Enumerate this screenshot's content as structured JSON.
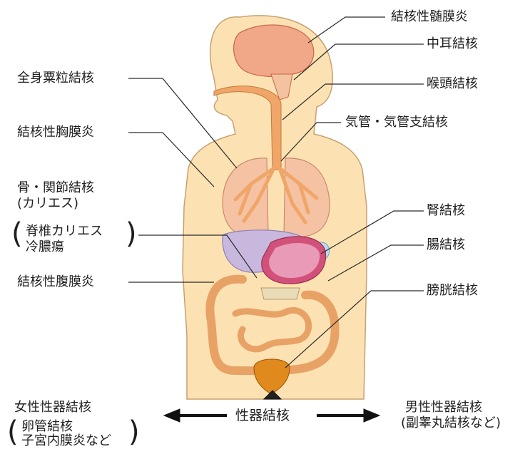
{
  "labels": {
    "tb_meningitis": "結核性髄膜炎",
    "middle_ear_tb": "中耳結核",
    "laryngeal_tb": "喉頭結核",
    "tracheal_tb": "気管・気管支結核",
    "miliary_tb": "全身粟粒結核",
    "tb_pleurisy": "結核性胸膜炎",
    "bone_joint_tb": "骨・関節結核",
    "caries": "(カリエス)",
    "spinal_caries": "脊椎カリエス",
    "cold_abscess": "冷膿瘍",
    "tb_peritonitis": "結核性腹膜炎",
    "kidney_tb": "腎結核",
    "intestinal_tb": "腸結核",
    "bladder_tb": "膀胱結核",
    "female_genital_tb": "女性性器結核",
    "tubal_tb": "卵管結核",
    "endometrial_tb": "子宮内膜炎など",
    "genital_tb": "性器結核",
    "male_genital_tb": "男性性器結核",
    "epididymal_tb": "(副睾丸結核など)"
  },
  "colors": {
    "skin": "#fce2b2",
    "skin_outline": "#c8a071",
    "brain": "#f0a888",
    "airway": "#f0a668",
    "lung": "#f5c2a4",
    "liver": "#c8b8de",
    "stomach": "#d2517a",
    "intestine": "#e8a266",
    "bladder": "#e08a1e",
    "kidney": "#b8dcef",
    "leader_line": "#2a2a2a"
  }
}
